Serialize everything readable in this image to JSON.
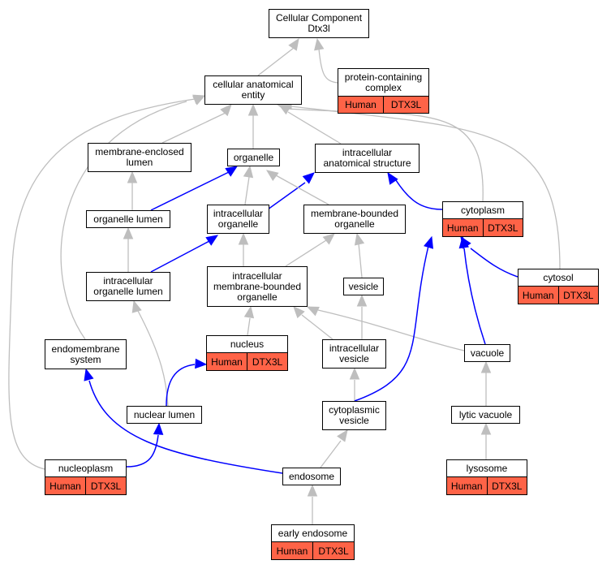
{
  "colors": {
    "edge_gray": "#BEBEBE",
    "edge_blue": "#0000FF",
    "annotation_fill": "#FF6347"
  },
  "nodes": {
    "root": {
      "label": "Cellular Component\nDtx3l"
    },
    "cae": {
      "label": "cellular anatomical\nentity"
    },
    "pcc": {
      "label": "protein-containing\ncomplex",
      "annotation": [
        "Human",
        "DTX3L"
      ]
    },
    "mel": {
      "label": "membrane-enclosed\nlumen"
    },
    "organelle": {
      "label": "organelle"
    },
    "ias": {
      "label": "intracellular\nanatomical structure"
    },
    "ol": {
      "label": "organelle lumen"
    },
    "io": {
      "label": "intracellular\norganelle"
    },
    "mbo": {
      "label": "membrane-bounded\norganelle"
    },
    "cytoplasm": {
      "label": "cytoplasm",
      "annotation": [
        "Human",
        "DTX3L"
      ]
    },
    "iol": {
      "label": "intracellular\norganelle lumen"
    },
    "imbo": {
      "label": "intracellular\nmembrane-bounded\norganelle"
    },
    "vesicle": {
      "label": "vesicle"
    },
    "cytosol": {
      "label": "cytosol",
      "annotation": [
        "Human",
        "DTX3L"
      ]
    },
    "endo_sys": {
      "label": "endomembrane\nsystem"
    },
    "nucleus": {
      "label": "nucleus",
      "annotation": [
        "Human",
        "DTX3L"
      ]
    },
    "iv": {
      "label": "intracellular\nvesicle"
    },
    "vacuole": {
      "label": "vacuole"
    },
    "nl": {
      "label": "nuclear lumen"
    },
    "cv": {
      "label": "cytoplasmic\nvesicle"
    },
    "lv": {
      "label": "lytic vacuole"
    },
    "np": {
      "label": "nucleoplasm",
      "annotation": [
        "Human",
        "DTX3L"
      ]
    },
    "endosome": {
      "label": "endosome"
    },
    "lysosome": {
      "label": "lysosome",
      "annotation": [
        "Human",
        "DTX3L"
      ]
    },
    "ee": {
      "label": "early endosome",
      "annotation": [
        "Human",
        "DTX3L"
      ]
    }
  }
}
